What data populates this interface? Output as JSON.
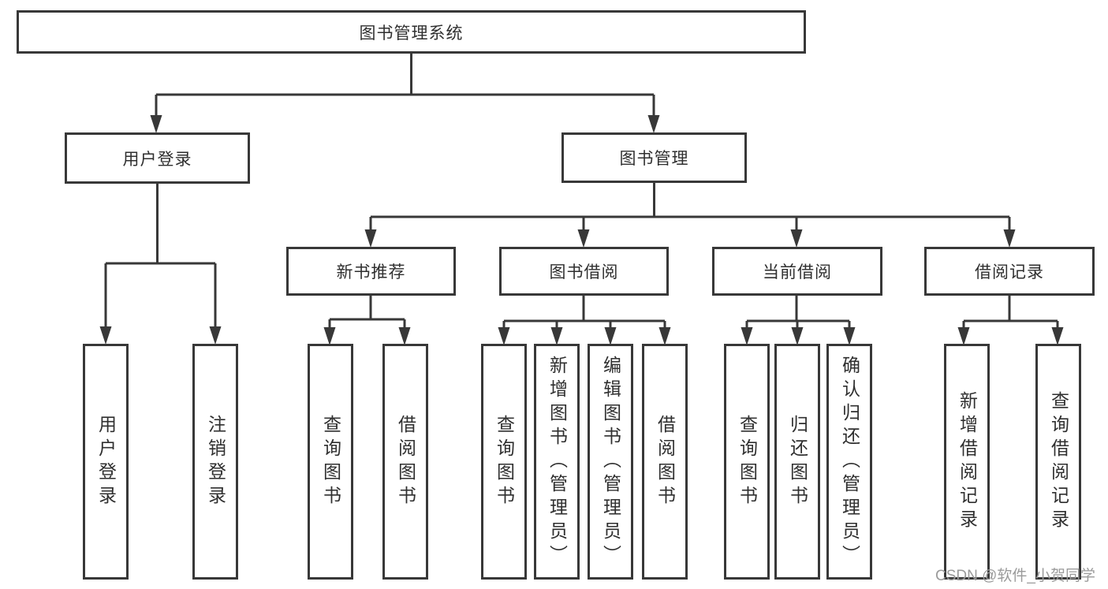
{
  "diagram": {
    "root": "图书管理系统",
    "user_branch": {
      "label": "用户登录",
      "leaves": [
        "用户登录",
        "注销登录"
      ]
    },
    "book_branch": {
      "label": "图书管理",
      "groups": [
        {
          "label": "新书推荐",
          "leaves": [
            "查询图书",
            "借阅图书"
          ]
        },
        {
          "label": "图书借阅",
          "leaves": [
            "查询图书",
            "新增图书（管理员）",
            "编辑图书（管理员）",
            "借阅图书"
          ]
        },
        {
          "label": "当前借阅",
          "leaves": [
            "查询图书",
            "归还图书",
            "确认归还（管理员）"
          ]
        },
        {
          "label": "借阅记录",
          "leaves": [
            "新增借阅记录",
            "查询借阅记录"
          ]
        }
      ]
    },
    "watermark": "CSDN @软件_小贺同学",
    "colors": {
      "line": "#383838",
      "text": "#2f2f2f",
      "watermark": "#9b9b9b",
      "background": "#ffffff"
    }
  }
}
